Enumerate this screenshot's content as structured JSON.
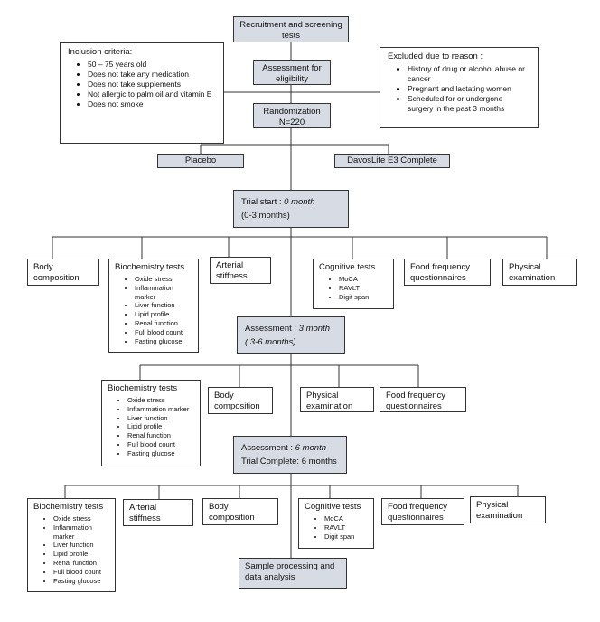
{
  "recruitment": "Recruitment and screening tests",
  "inclusion": {
    "title": "Inclusion criteria:",
    "items": [
      "50 – 75 years old",
      "Does not take any medication",
      "Does not take supplements",
      "Not allergic to palm oil and vitamin E",
      "Does not smoke"
    ]
  },
  "assessment_eligibility": "Assessment for eligibility",
  "excluded": {
    "title": "Excluded due to reason :",
    "items": [
      "History of drug or alcohol abuse or cancer",
      "Pregnant and lactating women",
      "Scheduled for or undergone surgery in the past 3 months"
    ]
  },
  "randomization": {
    "line1": "Randomization",
    "line2": "N=220"
  },
  "placebo": "Placebo",
  "davos": "DavosLife E3 Complete",
  "trial_start": {
    "prefix": "Trial start : ",
    "time": "0 month",
    "range": "(0-3 months)"
  },
  "assessment3": {
    "prefix": "Assessment : ",
    "time": "3 month",
    "range": "( 3-6 months)"
  },
  "assessment6": {
    "prefix": "Assessment : ",
    "time": "6 month",
    "range": "Trial Complete: 6 months"
  },
  "biochem": {
    "title": "Biochemistry tests",
    "items": [
      "Oxide stress",
      "Inflammation marker",
      "Liver function",
      "Lipid profile",
      "Renal function",
      "Full blood count",
      "Fasting glucose"
    ]
  },
  "cognitive": {
    "title": "Cognitive tests",
    "items": [
      "MoCA",
      "RAVLT",
      "Digit span"
    ]
  },
  "body_composition": "Body composition",
  "arterial_stiffness": "Arterial stiffness",
  "food_frequency": "Food frequency questionnaires",
  "physical_examination": "Physical examination",
  "sample_processing": "Sample processing and data analysis"
}
